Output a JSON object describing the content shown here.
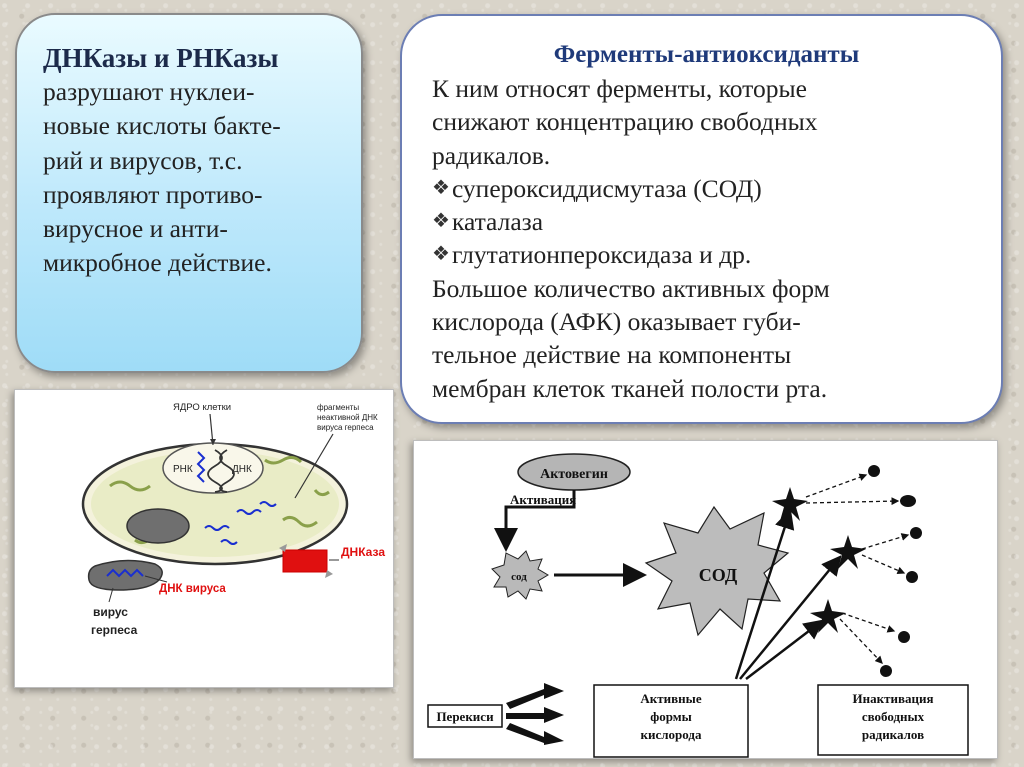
{
  "left_box": {
    "title": "ДНКазы и РНКазы",
    "lines": [
      "разрушают нуклеи-",
      "новые кислоты бакте-",
      "рий и вирусов, т.с.",
      "проявляют противо-",
      "вирусное и анти-",
      "микробное действие."
    ]
  },
  "right_box": {
    "title": "Ферменты-антиоксиданты",
    "intro": [
      "К ним относят ферменты, которые",
      "снижают концентрацию свободных",
      "радикалов."
    ],
    "bullet_marker": "❖",
    "bullets": [
      "супероксиддисмутаза (СОД)",
      "каталаза",
      "глутатионпероксидаза и др."
    ],
    "outro": [
      "Большое количество активных форм",
      "кислорода (АФК) оказывает губи-",
      "тельное действие на компоненты",
      "мембран клеток тканей полости рта."
    ]
  },
  "cell_diagram": {
    "nucleus_label": "ЯДРО клетки",
    "fragments_label": [
      "фрагменты",
      "неактивной ДНК",
      "вируса герпеса"
    ],
    "rna_label": "РНК",
    "dna_label": "ДНК",
    "dnase_label": "ДНКаза",
    "virus_dna_label": "ДНК вируса",
    "virus_label": [
      "вирус",
      "герпеса"
    ]
  },
  "sod_diagram": {
    "actovegin": "Актовегин",
    "activation": "Активация",
    "sod_small": "сод",
    "sod_big": "СОД",
    "peroxides": "Перекиси",
    "ros": [
      "Активные",
      "формы",
      "кислорода"
    ],
    "inactivation": [
      "Инактивация",
      "свободных",
      "радикалов"
    ]
  },
  "colors": {
    "left_box_fill": "#bde8fb",
    "right_box_border": "#6c7eb4",
    "title_blue": "#1f3a7a",
    "dna_blue": "#1a2fd0",
    "dnase_red": "#e01010"
  }
}
